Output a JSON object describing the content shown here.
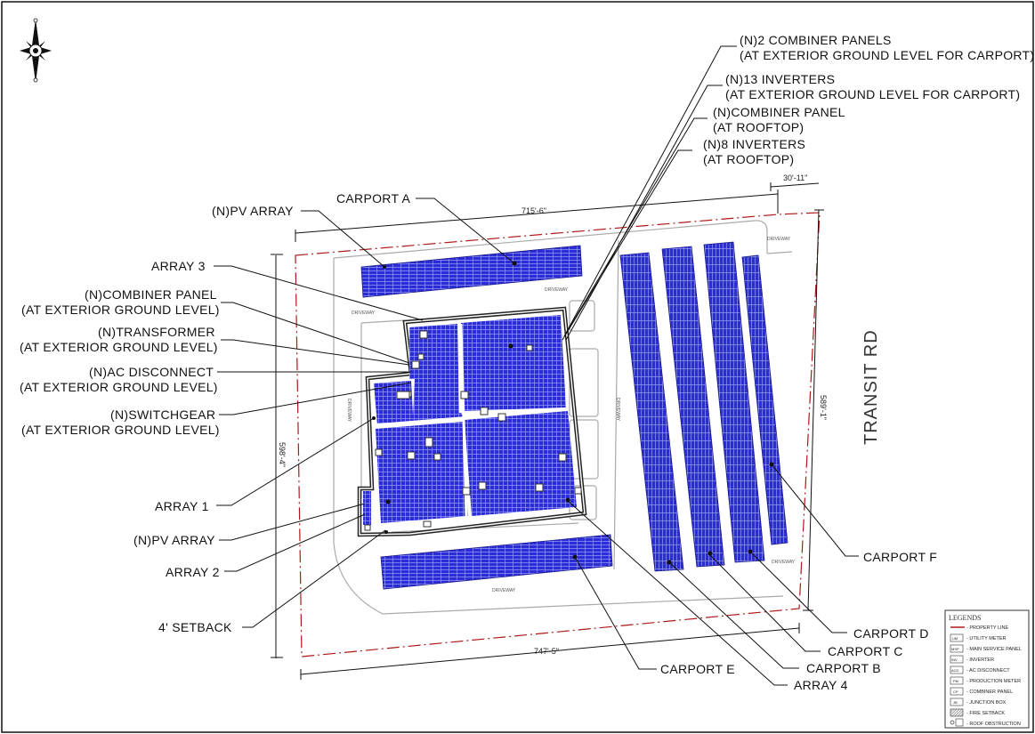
{
  "labels": {
    "combiner_panels_carport_l1": "(N)2 COMBINER PANELS",
    "combiner_panels_carport_l2": "(AT EXTERIOR GROUND LEVEL FOR CARPORT)",
    "inverters_carport_l1": "(N)13 INVERTERS",
    "inverters_carport_l2": "(AT EXTERIOR GROUND LEVEL FOR CARPORT)",
    "combiner_rooftop_l1": "(N)COMBINER PANEL",
    "combiner_rooftop_l2": "(AT ROOFTOP)",
    "inverters_rooftop_l1": "(N)8 INVERTERS",
    "inverters_rooftop_l2": "(AT ROOFTOP)",
    "carport_a": "CARPORT A",
    "pv_array_top": "(N)PV ARRAY",
    "array_3": "ARRAY 3",
    "combiner_ground_l1": "(N)COMBINER PANEL",
    "combiner_ground_l2": "(AT EXTERIOR GROUND LEVEL)",
    "transformer_l1": "(N)TRANSFORMER",
    "transformer_l2": "(AT EXTERIOR GROUND LEVEL)",
    "ac_disconnect_l1": "(N)AC DISCONNECT",
    "ac_disconnect_l2": "(AT EXTERIOR GROUND LEVEL)",
    "switchgear_l1": "(N)SWITCHGEAR",
    "switchgear_l2": "(AT EXTERIOR GROUND LEVEL)",
    "array_1": "ARRAY 1",
    "pv_array_bottom": "(N)PV ARRAY",
    "array_2": "ARRAY 2",
    "setback": "4' SETBACK",
    "carport_e": "CARPORT E",
    "array_4": "ARRAY 4",
    "carport_b": "CARPORT B",
    "carport_c": "CARPORT C",
    "carport_d": "CARPORT D",
    "carport_f": "CARPORT F"
  },
  "dimensions": {
    "top": "715'-6\"",
    "top_right": "30'-11\"",
    "left": "598'-4\"",
    "right": "589'-1\"",
    "bottom": "747'-5\""
  },
  "road_name": "TRANSIT RD",
  "driveway_label": "DRIVEWAY",
  "legend": {
    "title": "LEGENDS",
    "items": [
      {
        "symbol": "line",
        "text": "- PROPERTY LINE"
      },
      {
        "symbol": "UM",
        "text": "- UTILITY METER"
      },
      {
        "symbol": "MSP",
        "text": "- MAIN SERVICE PANEL"
      },
      {
        "symbol": "INV",
        "text": "- INVERTER"
      },
      {
        "symbol": "ACD",
        "text": "- AC DISCONNECT"
      },
      {
        "symbol": "PM",
        "text": "- PRODUCTION METER"
      },
      {
        "symbol": "CP",
        "text": "- COMBINER PANEL"
      },
      {
        "symbol": "JB",
        "text": "- JUNCTION BOX"
      },
      {
        "symbol": "hatch",
        "text": "- FIRE SETBACK"
      },
      {
        "symbol": "obstruction",
        "text": "- ROOF OBSTRUCTION"
      }
    ]
  },
  "colors": {
    "panel_fill": "#2d2dd6",
    "panel_grid": "#9da4ff",
    "property_line": "#b01818",
    "outline": "#222222",
    "driveway_edge": "#a8a8a8"
  },
  "icons": {
    "north_arrow": "compass-rose-icon"
  }
}
